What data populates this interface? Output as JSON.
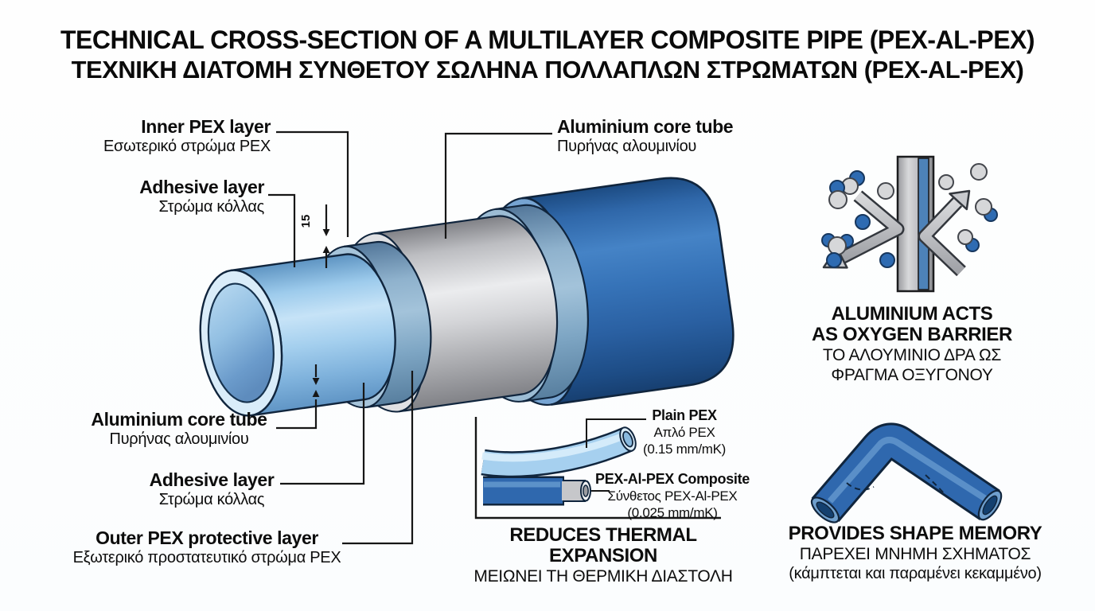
{
  "title": {
    "en": "TECHNICAL CROSS-SECTION OF A MULTILAYER COMPOSITE PIPE (PEX-AL-PEX)",
    "el": "ΤΕΧΝΙΚΗ ΔΙΑΤΟΜΗ ΣΥΝΘΕΤΟΥ ΣΩΛΗΝΑ ΠΟΛΛΑΠΛΩΝ ΣΤΡΩΜΑΤΩΝ (PEX-AL-PEX)"
  },
  "pipe_labels": {
    "inner_pex": {
      "en": "Inner PEX layer",
      "el": "Εσωτερικό στρώμα PEX"
    },
    "adhesive_top": {
      "en": "Adhesive layer",
      "el": "Στρώμα κόλλας"
    },
    "aluminium_top": {
      "en": "Aluminium core tube",
      "el": "Πυρήνας αλουμινίου"
    },
    "aluminium_bottom": {
      "en": "Aluminium core tube",
      "el": "Πυρήνας αλουμινίου"
    },
    "adhesive_bottom": {
      "en": "Adhesive layer",
      "el": "Στρώμα κόλλας"
    },
    "outer_pex": {
      "en": "Outer PEX protective layer",
      "el": "Εξωτερικό προστατευτικό στρώμα PEX"
    },
    "dimension": "15"
  },
  "oxygen_panel": {
    "caption_en_line1": "ALUMINIUM ACTS",
    "caption_en_line2": "AS OXYGEN BARRIER",
    "caption_el_line1": "ΤΟ ΑΛΟΥΜΙΝΙΟ ΔΡΑ ΩΣ",
    "caption_el_line2": "ΦΡΑΓΜΑ ΟΞΥΓΟΝΟΥ"
  },
  "thermal_panel": {
    "plain": {
      "en": "Plain PEX",
      "el": "Απλό PEX",
      "value": "(0.15 mm/mK)"
    },
    "composite": {
      "en": "PEX-Al-PEX Composite",
      "el": "Σύνθετος PEX-Al-PEX",
      "value": "(0.025 mm/mK)"
    },
    "caption_en": "REDUCES THERMAL EXPANSION",
    "caption_el": "ΜΕΙΩΝΕΙ ΤΗ ΘΕΡΜΙΚΗ ΔΙΑΣΤΟΛΗ"
  },
  "shape_panel": {
    "caption_en": "PROVIDES SHAPE MEMORY",
    "caption_el": "ΠΑΡΕΧΕΙ ΜΝΗΜΗ ΣΧΗΜΑΤΟΣ",
    "note": "(κάμπτεται και παραμένει κεκαμμένο)"
  },
  "colors": {
    "outer_pex_blue": "#2f67a9",
    "inner_pex_blue": "#a4cfee",
    "adhesive_blue_gray": "#8fb2cd",
    "aluminium_silver": "#d4d5d8",
    "outline_navy": "#10253d"
  }
}
